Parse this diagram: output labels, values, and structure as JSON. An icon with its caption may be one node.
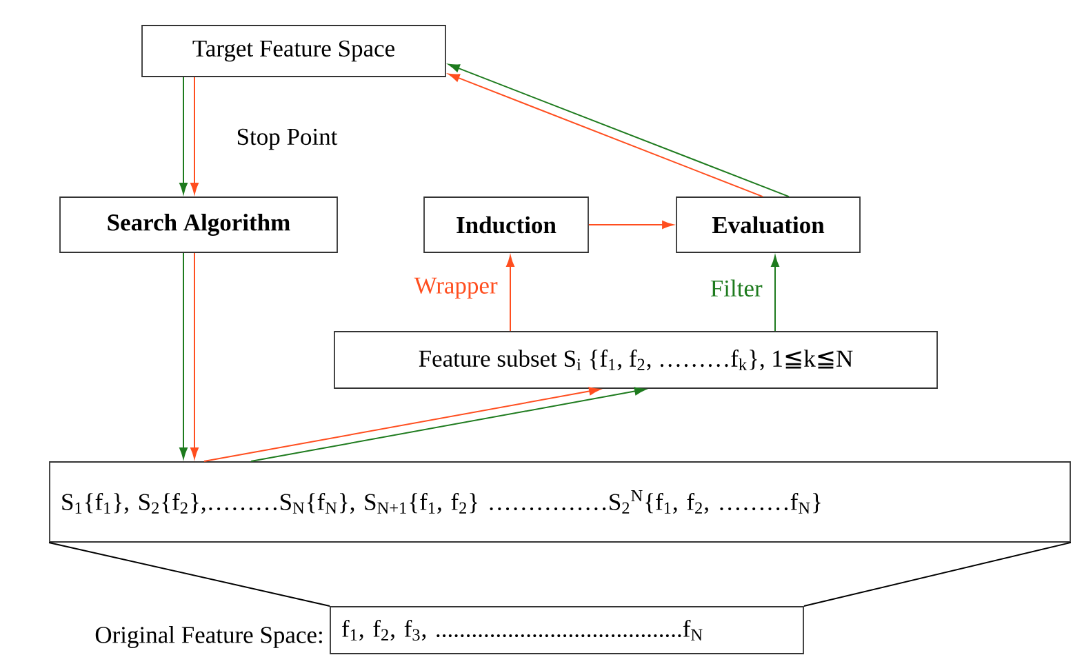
{
  "diagram": {
    "nodes": [
      {
        "text": [
          "Target Feature Space"
        ]
      },
      {
        "text": [
          "Search Algorithm"
        ]
      },
      {
        "text": [
          "Induction"
        ]
      },
      {
        "text": [
          "Evaluation"
        ]
      },
      {
        "text": [
          "Feature subset S$_{i}$ {f$_{1}$, f$_{2}$, ………f$_{k}$}, 1≦k≦N"
        ]
      },
      {
        "text": [
          "S$_{1}${f$_{1}$}, S$_{2}${f$_{2}$},………S$_{N}${f$_{N}$}, S$_{N+1}${f$_{1}$, f$_{2}$} ……………S$_{2}$$^{N}${f$_{1}$, f$_{2}$, ………f$_{N}$}"
        ]
      },
      {
        "text": [
          "f$_{1}$, f$_{2}$, f$_{3}$, .........................................f$_{N}$"
        ],
        "beside": [
          "Original Feature Space:"
        ]
      }
    ],
    "edges": [
      {
        "from": 0,
        "to": 1,
        "arrow": "to",
        "color": "#1e7b1e"
      },
      {
        "from": 0,
        "to": 1,
        "arrow": "to",
        "color": "#ff4e1f"
      },
      {
        "from": 1,
        "to": 5,
        "arrow": "to",
        "color": "#1e7b1e"
      },
      {
        "from": 1,
        "to": 5,
        "arrow": "to",
        "color": "#ff4e1f"
      },
      {
        "from": 5,
        "to": 4,
        "arrow": "to",
        "color": "#ff4e1f"
      },
      {
        "from": 5,
        "to": 4,
        "arrow": "to",
        "color": "#1e7b1e"
      },
      {
        "from": 4,
        "to": 2,
        "arrow": "to",
        "color": "#ff4e1f",
        "label": "Wrapper"
      },
      {
        "from": 4,
        "to": 3,
        "arrow": "to",
        "color": "#1e7b1e",
        "label": "Filter"
      },
      {
        "from": 2,
        "to": 3,
        "arrow": "to",
        "color": "#ff4e1f"
      },
      {
        "from": 3,
        "to": 0,
        "arrow": "to",
        "color": "#1e7b1e"
      },
      {
        "from": 3,
        "to": 0,
        "arrow": "to",
        "color": "#ff4e1f"
      },
      {
        "from": 5,
        "to": 6,
        "arrow": "none",
        "color": "#000000"
      },
      {
        "from": 5,
        "to": 6,
        "arrow": "none",
        "color": "#000000"
      }
    ],
    "labels": [
      "Stop Point"
    ]
  }
}
